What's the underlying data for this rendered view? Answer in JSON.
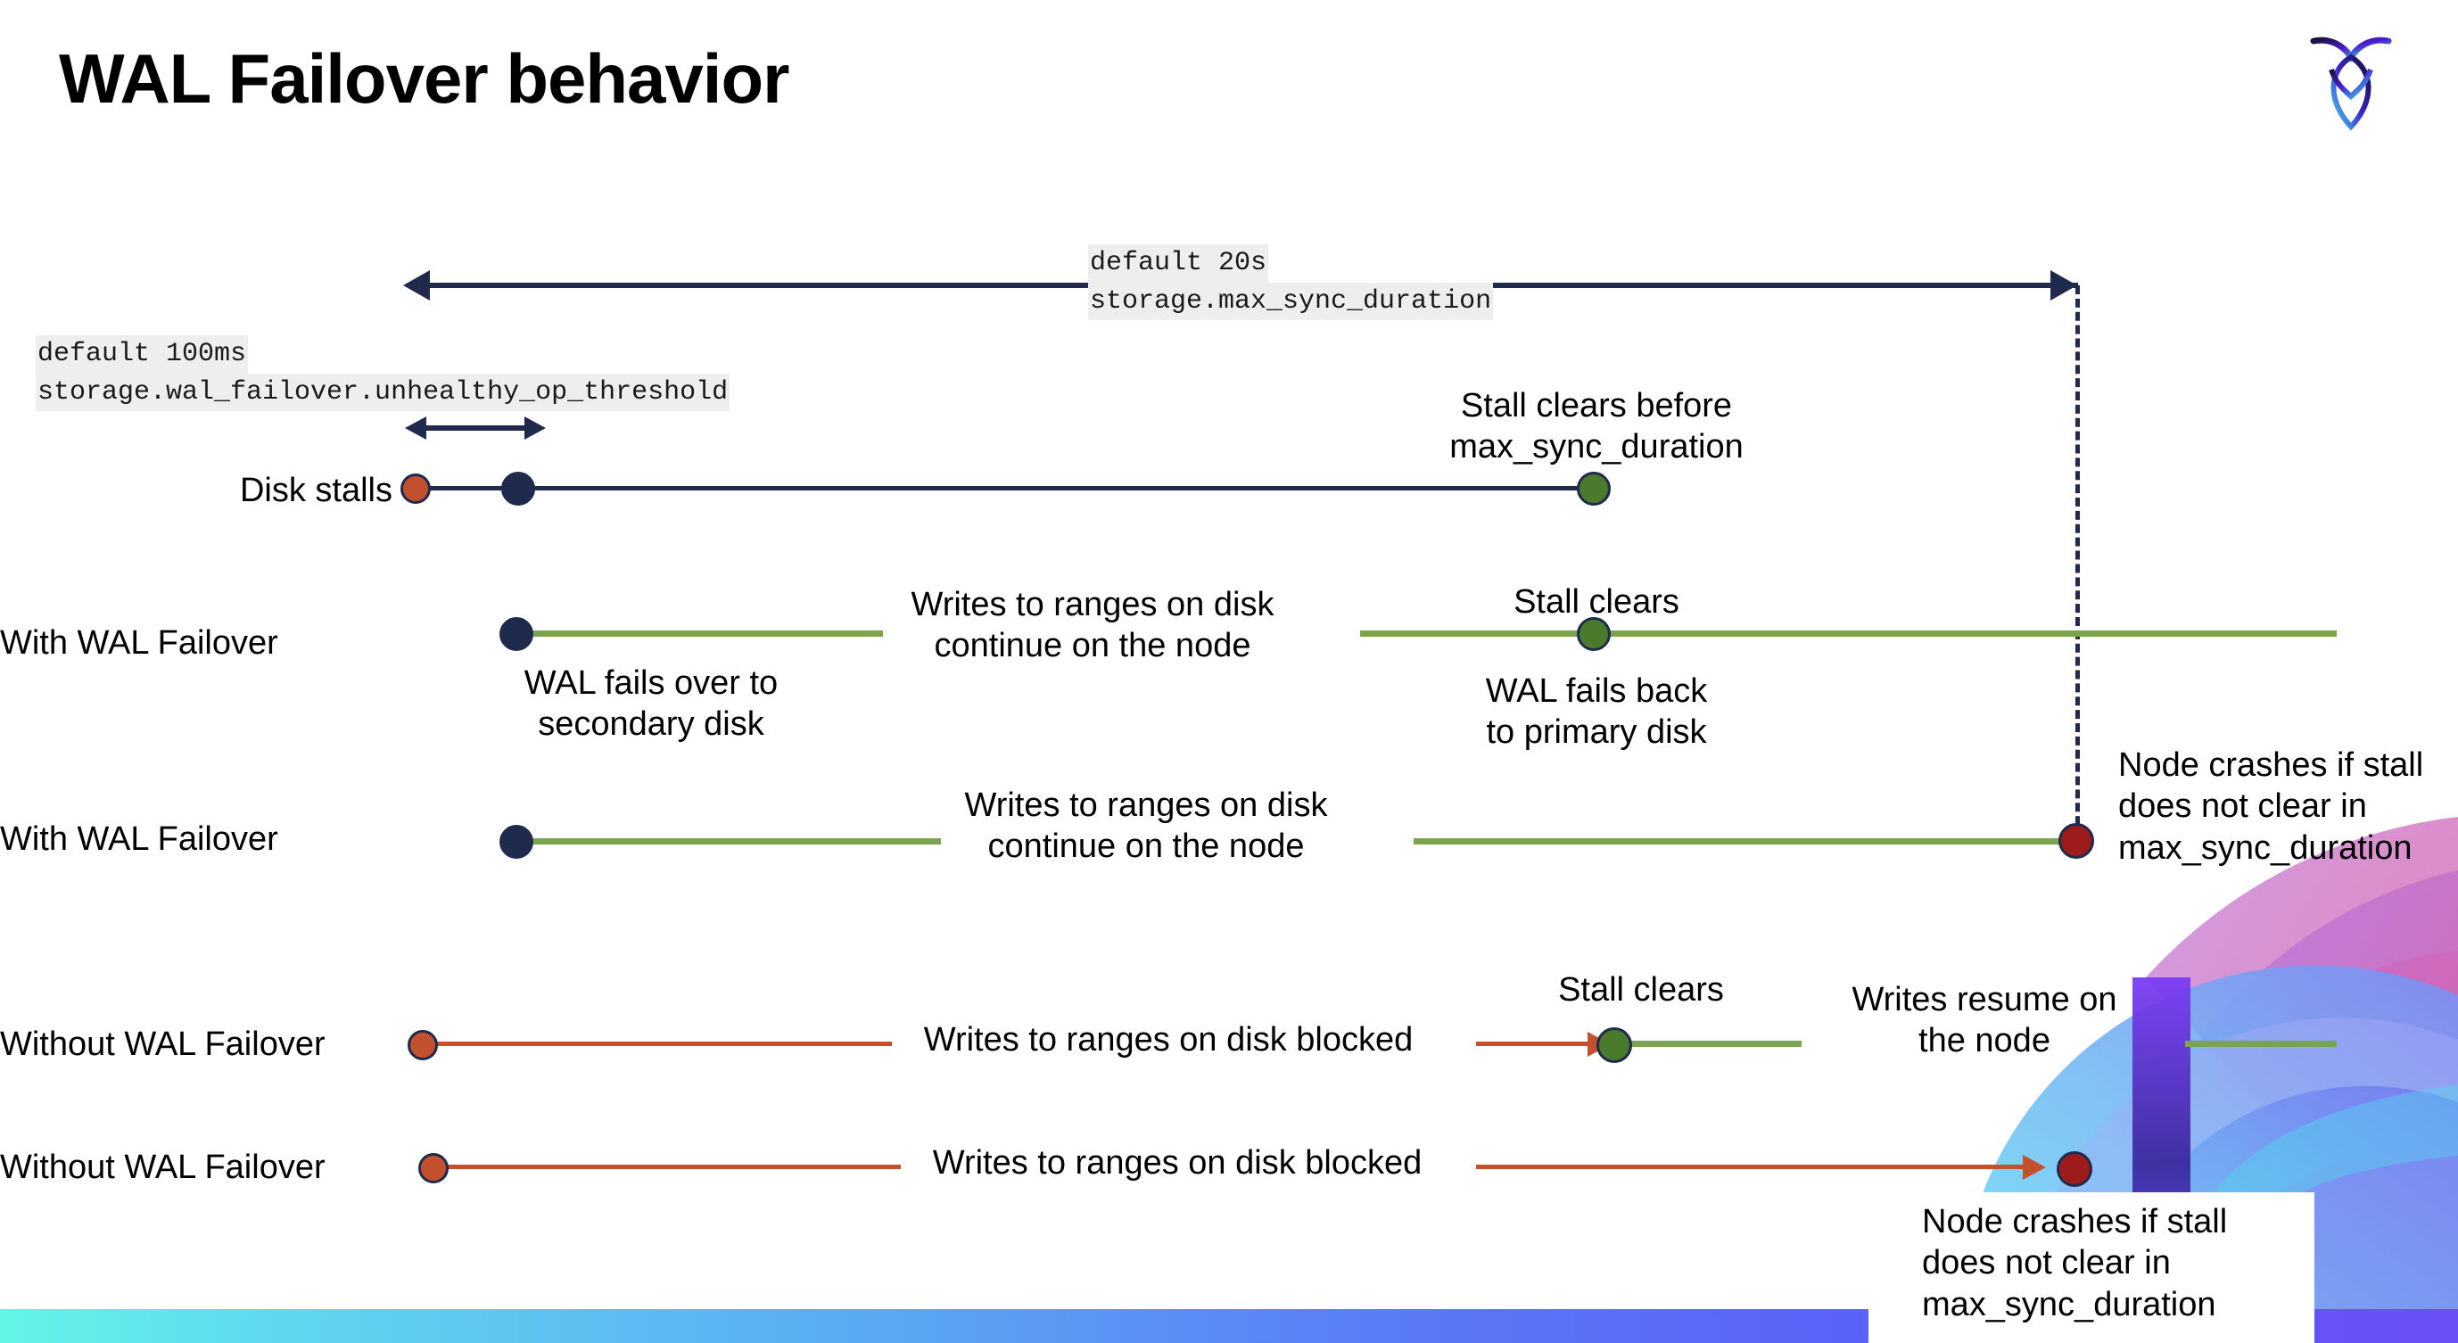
{
  "slide": {
    "title": "WAL Failover behavior",
    "logo_name": "cockroachdb-logo"
  },
  "settings": {
    "max_sync": {
      "default_label": "default 20s",
      "setting_name": "storage.max_sync_duration"
    },
    "unhealthy_threshold": {
      "default_label": "default 100ms",
      "setting_name": "storage.wal_failover.unhealthy_op_threshold"
    }
  },
  "rows": [
    {
      "label": "Disk stalls",
      "annotations": [
        "Stall clears before\nmax_sync_duration"
      ]
    },
    {
      "label": "With WAL Failover",
      "annotations": [
        "Writes to ranges on disk\ncontinue on the node",
        "Stall clears",
        "WAL fails over to\nsecondary disk",
        "WAL fails  back\nto primary disk"
      ]
    },
    {
      "label": "With WAL Failover",
      "annotations": [
        "Writes to ranges on disk\ncontinue on the node",
        "Node crashes if stall\ndoes not clear in\nmax_sync_duration"
      ]
    },
    {
      "label": "Without WAL Failover",
      "annotations": [
        "Writes to ranges on disk  blocked",
        "Stall clears",
        "Writes resume on\nthe node"
      ]
    },
    {
      "label": "Without WAL Failover",
      "annotations": [
        "Writes to ranges on disk  blocked",
        "Node crashes if stall\ndoes not clear in\nmax_sync_duration"
      ]
    }
  ],
  "colors": {
    "navy": "#1f2a4d",
    "green_line": "#7aa450",
    "green_dot": "#4a7a2b",
    "red_line": "#c4512d",
    "orange_dot": "#c4512d",
    "dark_red_dot": "#9d1b1b",
    "code_chip_bg": "#eeeeee",
    "bottom_bar_from": "#63f5e8",
    "bottom_bar_to": "#6a4ff6"
  }
}
